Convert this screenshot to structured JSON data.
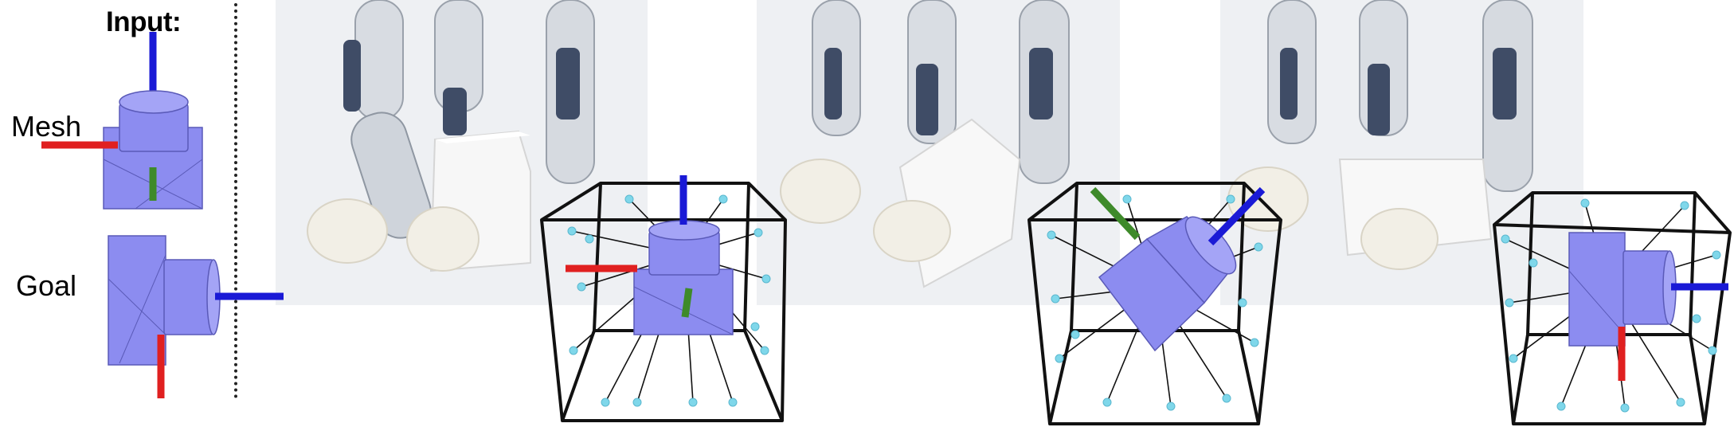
{
  "header": {
    "title": "Input:"
  },
  "input": {
    "mesh_label": "Mesh",
    "goal_label": "Goal"
  },
  "colors": {
    "object": "#8c8cf0",
    "object_edge": "#5a5ab8",
    "axis_x": "#e02020",
    "axis_y": "#3e8a2a",
    "axis_z": "#1a1ad6",
    "keypoint": "#7fd7ea",
    "box_edge": "#111111"
  },
  "panels": [
    {
      "id": "step-1",
      "photo": "robot-hand-grasping-cube"
    },
    {
      "id": "step-2",
      "photo": "robot-hand-rotating-cube"
    },
    {
      "id": "step-3",
      "photo": "robot-hand-goal-reached"
    }
  ]
}
